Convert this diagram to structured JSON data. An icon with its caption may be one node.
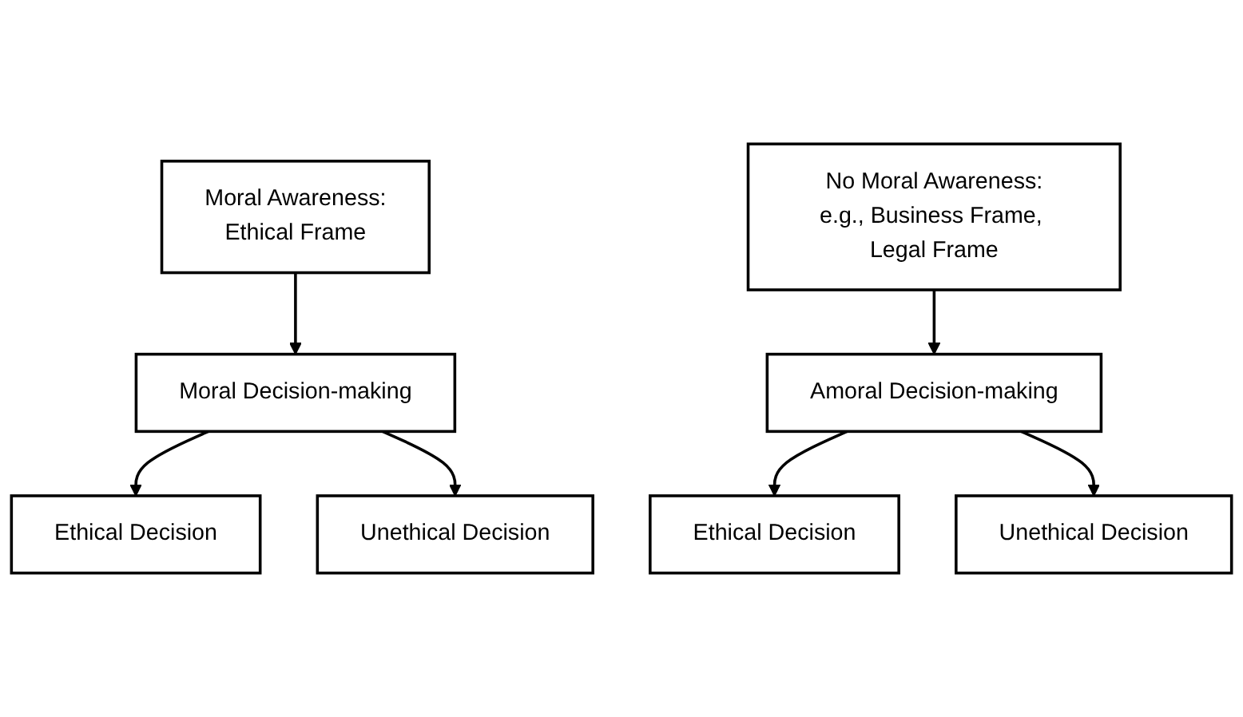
{
  "diagram": {
    "nodes": [
      {
        "text": [
          "Moral Awareness:",
          "Ethical Frame"
        ]
      },
      {
        "text": [
          "No Moral Awareness:",
          "e.g., Business Frame, Legal Frame"
        ]
      },
      {
        "text": [
          "Moral Decision-making"
        ]
      },
      {
        "text": [
          "Amoral Decision-making"
        ]
      },
      {
        "text": [
          "Ethical Decision"
        ]
      },
      {
        "text": [
          "Unethical Decision"
        ]
      },
      {
        "text": [
          "Ethical Decision"
        ]
      },
      {
        "text": [
          "Unethical Decision"
        ]
      }
    ],
    "edges": [
      {
        "from": 0,
        "to": 2,
        "arrow": "to"
      },
      {
        "from": 1,
        "to": 3,
        "arrow": "to"
      },
      {
        "from": 2,
        "to": 4,
        "arrow": "to"
      },
      {
        "from": 2,
        "to": 5,
        "arrow": "to"
      },
      {
        "from": 3,
        "to": 6,
        "arrow": "to"
      },
      {
        "from": 3,
        "to": 7,
        "arrow": "to"
      }
    ]
  }
}
